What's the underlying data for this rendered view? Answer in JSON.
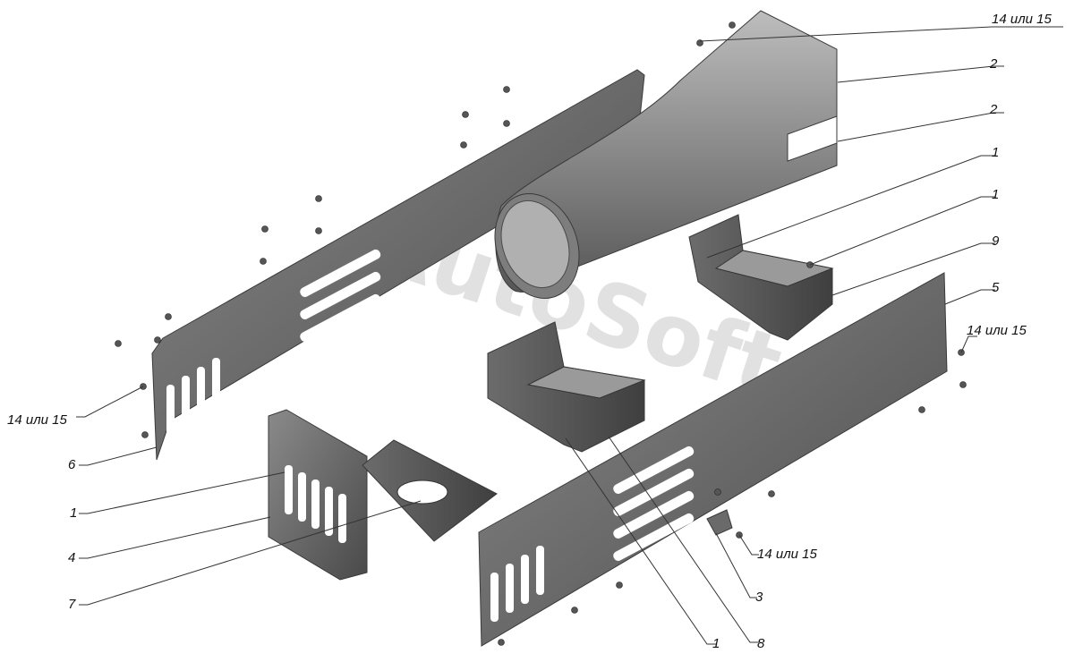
{
  "watermark": "AutoSoft",
  "callouts": [
    {
      "id": "c-top-right-fastener",
      "text": "14 или 15"
    },
    {
      "id": "c-2-upper",
      "text": "2"
    },
    {
      "id": "c-2-lower",
      "text": "2"
    },
    {
      "id": "c-1-a",
      "text": "1"
    },
    {
      "id": "c-1-b",
      "text": "1"
    },
    {
      "id": "c-9",
      "text": "9"
    },
    {
      "id": "c-5",
      "text": "5"
    },
    {
      "id": "c-right-fastener",
      "text": "14 или 15"
    },
    {
      "id": "c-left-fastener",
      "text": "14 или 15"
    },
    {
      "id": "c-6",
      "text": "6"
    },
    {
      "id": "c-1-left",
      "text": "1"
    },
    {
      "id": "c-4",
      "text": "4"
    },
    {
      "id": "c-7",
      "text": "7"
    },
    {
      "id": "c-bottom-fastener",
      "text": "14 или 15"
    },
    {
      "id": "c-3",
      "text": "3"
    },
    {
      "id": "c-1-bottom",
      "text": "1"
    },
    {
      "id": "c-8",
      "text": "8"
    }
  ]
}
